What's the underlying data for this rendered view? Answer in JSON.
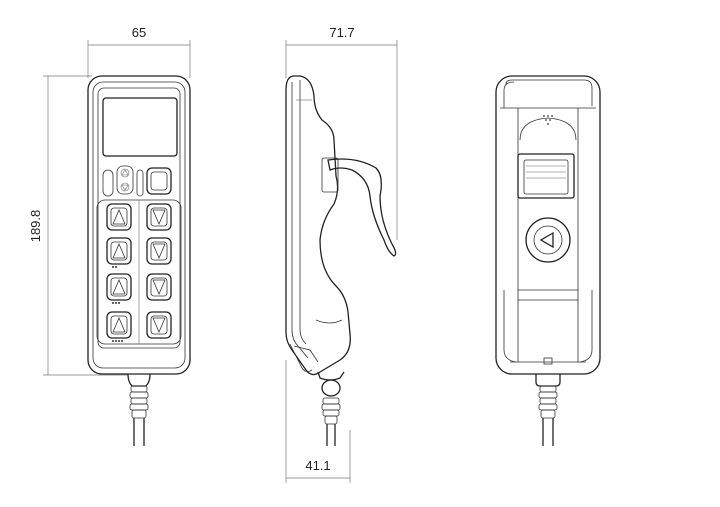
{
  "dimensions": {
    "front_width": "65",
    "side_depth": "71.7",
    "height": "189.8",
    "side_bottom_width": "41.1"
  },
  "views": [
    "front-view",
    "side-view",
    "back-view"
  ],
  "colors": {
    "line": "#222222",
    "dimension": "#777777",
    "background": "#ffffff"
  }
}
